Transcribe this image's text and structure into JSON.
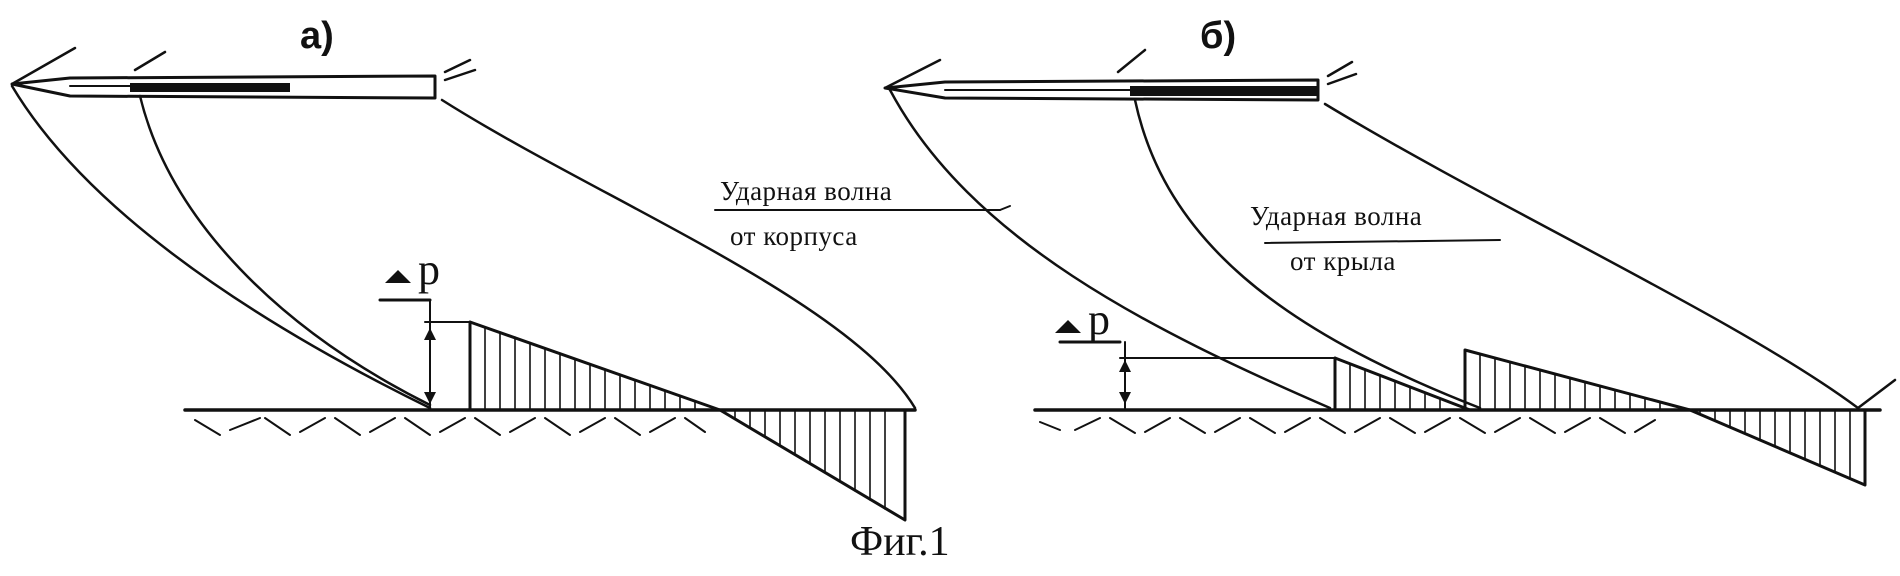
{
  "figure": {
    "caption": "Фиг.1"
  },
  "panel_a": {
    "label": "а)",
    "wave_label_line1": "Ударная волна",
    "wave_label_line2": "от корпуса",
    "dp_label": "p",
    "dp_symbol": "delta-triangle-icon"
  },
  "panel_b": {
    "label": "б)",
    "wave_label_line1": "Ударная волна",
    "wave_label_line2": "от крыла",
    "dp_label": "p",
    "dp_symbol": "delta-triangle-icon"
  },
  "colors": {
    "ink": "#111111",
    "background": "#ffffff"
  }
}
